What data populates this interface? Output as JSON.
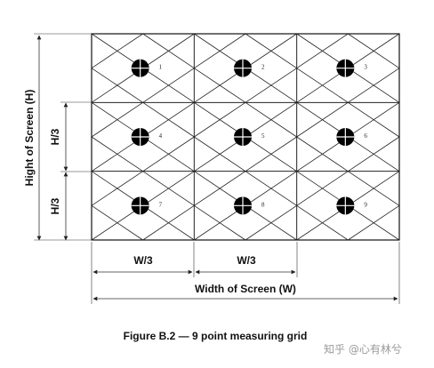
{
  "labels": {
    "height_of_screen": "Hight of Screen (H)",
    "h_third_1": "H/3",
    "h_third_2": "H/3",
    "w_third_1": "W/3",
    "w_third_2": "W/3",
    "width_of_screen": "Width of Screen (W)"
  },
  "points": [
    "1",
    "2",
    "3",
    "4",
    "5",
    "6",
    "7",
    "8",
    "9"
  ],
  "caption": "Figure B.2 — 9 point measuring grid",
  "watermark": "知乎 @心有林兮"
}
